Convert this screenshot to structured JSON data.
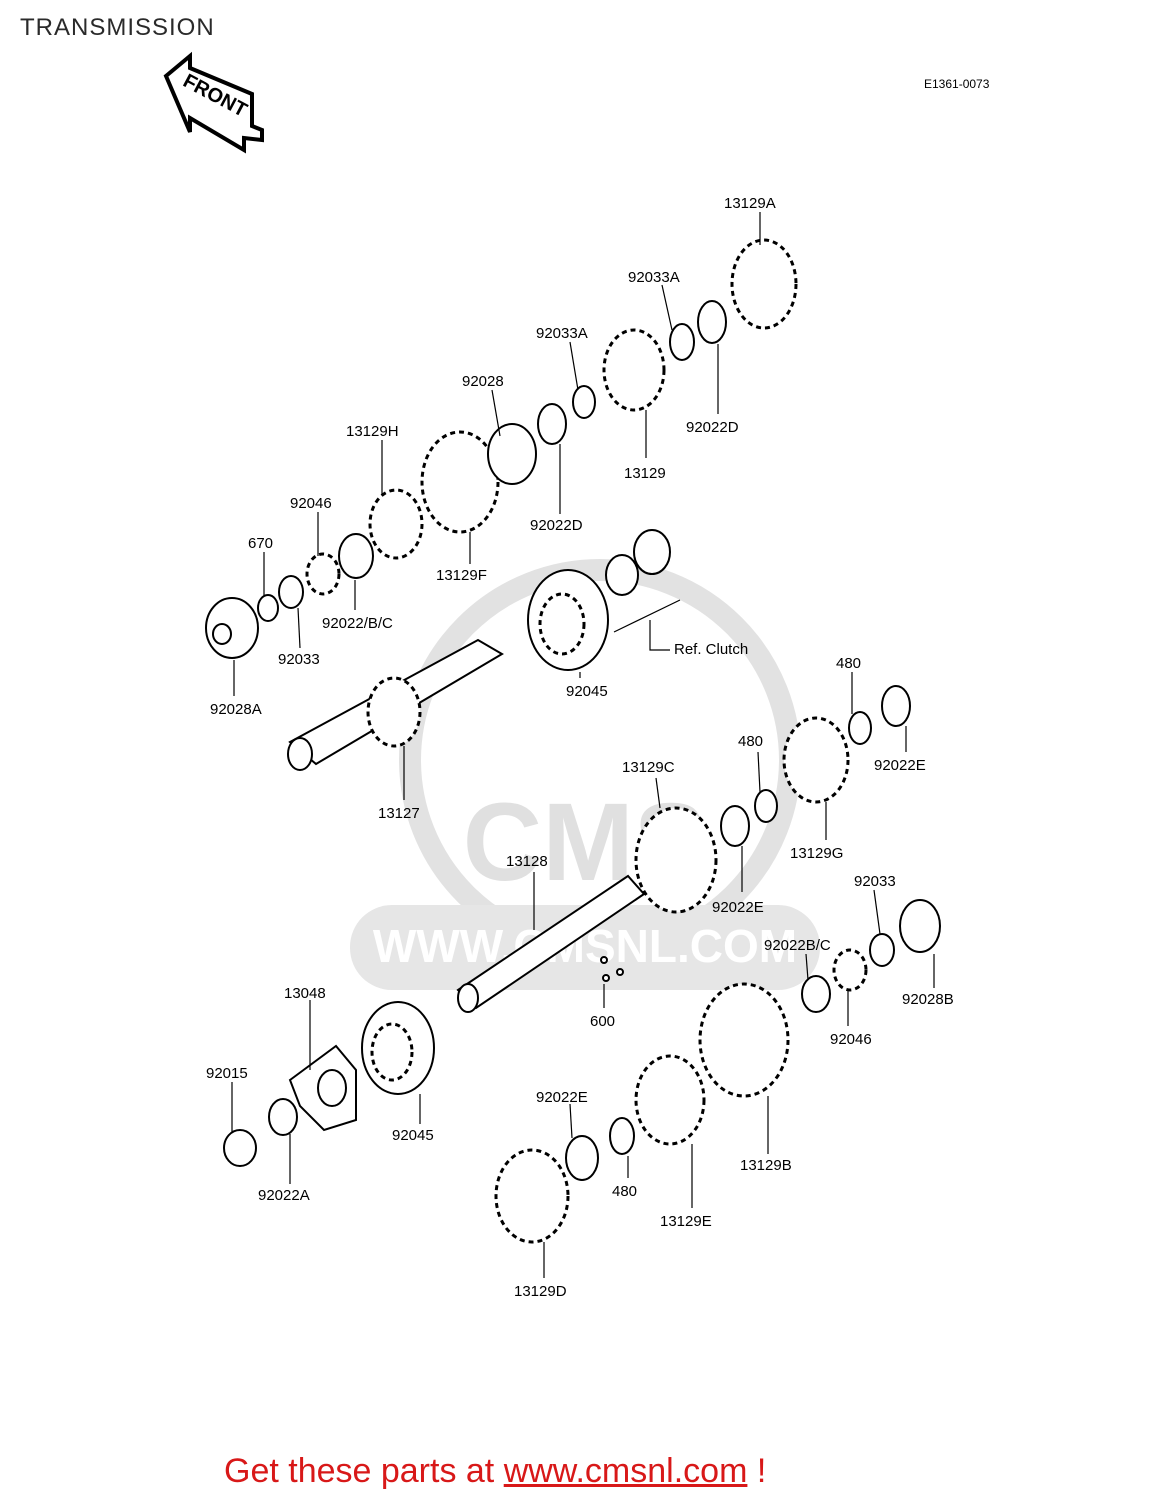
{
  "header": {
    "title": "TRANSMISSION",
    "diagram_code": "E1361-0073"
  },
  "arrow": {
    "label": "FRONT"
  },
  "ref_note": "Ref. Clutch",
  "watermark": {
    "text": "WWW.CMSNL.COM",
    "logo_text": "CMS"
  },
  "callouts": {
    "p13129A": "13129A",
    "p92033A_1": "92033A",
    "p92033A_2": "92033A",
    "p92028": "92028",
    "p13129H": "13129H",
    "p92046_1": "92046",
    "p670": "670",
    "p13129": "13129",
    "p92022D_1": "92022D",
    "p92022D_2": "92022D",
    "p13129F": "13129F",
    "p92022BC_1": "92022/B/C",
    "p92033_1": "92033",
    "p92028A": "92028A",
    "p92045_1": "92045",
    "p13127": "13127",
    "p480_1": "480",
    "p480_2": "480",
    "p92022E_1": "92022E",
    "p13129C": "13129C",
    "p13129G": "13129G",
    "p92022E_2": "92022E",
    "p13128": "13128",
    "p92033_2": "92033",
    "p92022BC_2": "92022B/C",
    "p92028B": "92028B",
    "p600": "600",
    "p13048": "13048",
    "p92046_2": "92046",
    "p92015": "92015",
    "p92045_2": "92045",
    "p92022E_3": "92022E",
    "p13129B": "13129B",
    "p92022A": "92022A",
    "p480_3": "480",
    "p13129E": "13129E",
    "p13129D": "13129D"
  },
  "footer": {
    "prefix": "Get these parts at ",
    "url": "www.cmsnl.com",
    "suffix": " !"
  },
  "colors": {
    "footer_text": "#d81818",
    "watermark": "#d9d9d9"
  }
}
